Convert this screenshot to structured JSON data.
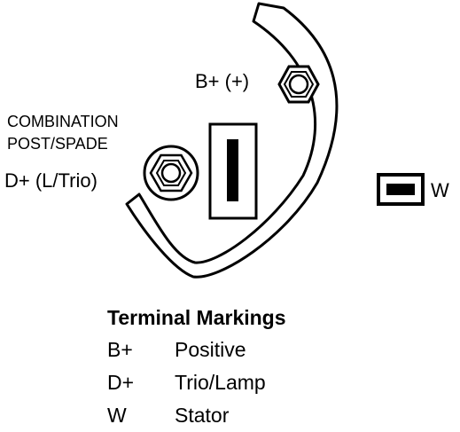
{
  "labels": {
    "b_plus": "B+ (+)",
    "combination_line1": "COMBINATION",
    "combination_line2": "POST/SPADE",
    "d_plus": "D+ (L/Trio)",
    "w": "W"
  },
  "legend": {
    "title": "Terminal Markings",
    "rows": [
      {
        "code": "B+",
        "meaning": "Positive"
      },
      {
        "code": "D+",
        "meaning": "Trio/Lamp"
      },
      {
        "code": "W",
        "meaning": "Stator"
      }
    ]
  }
}
